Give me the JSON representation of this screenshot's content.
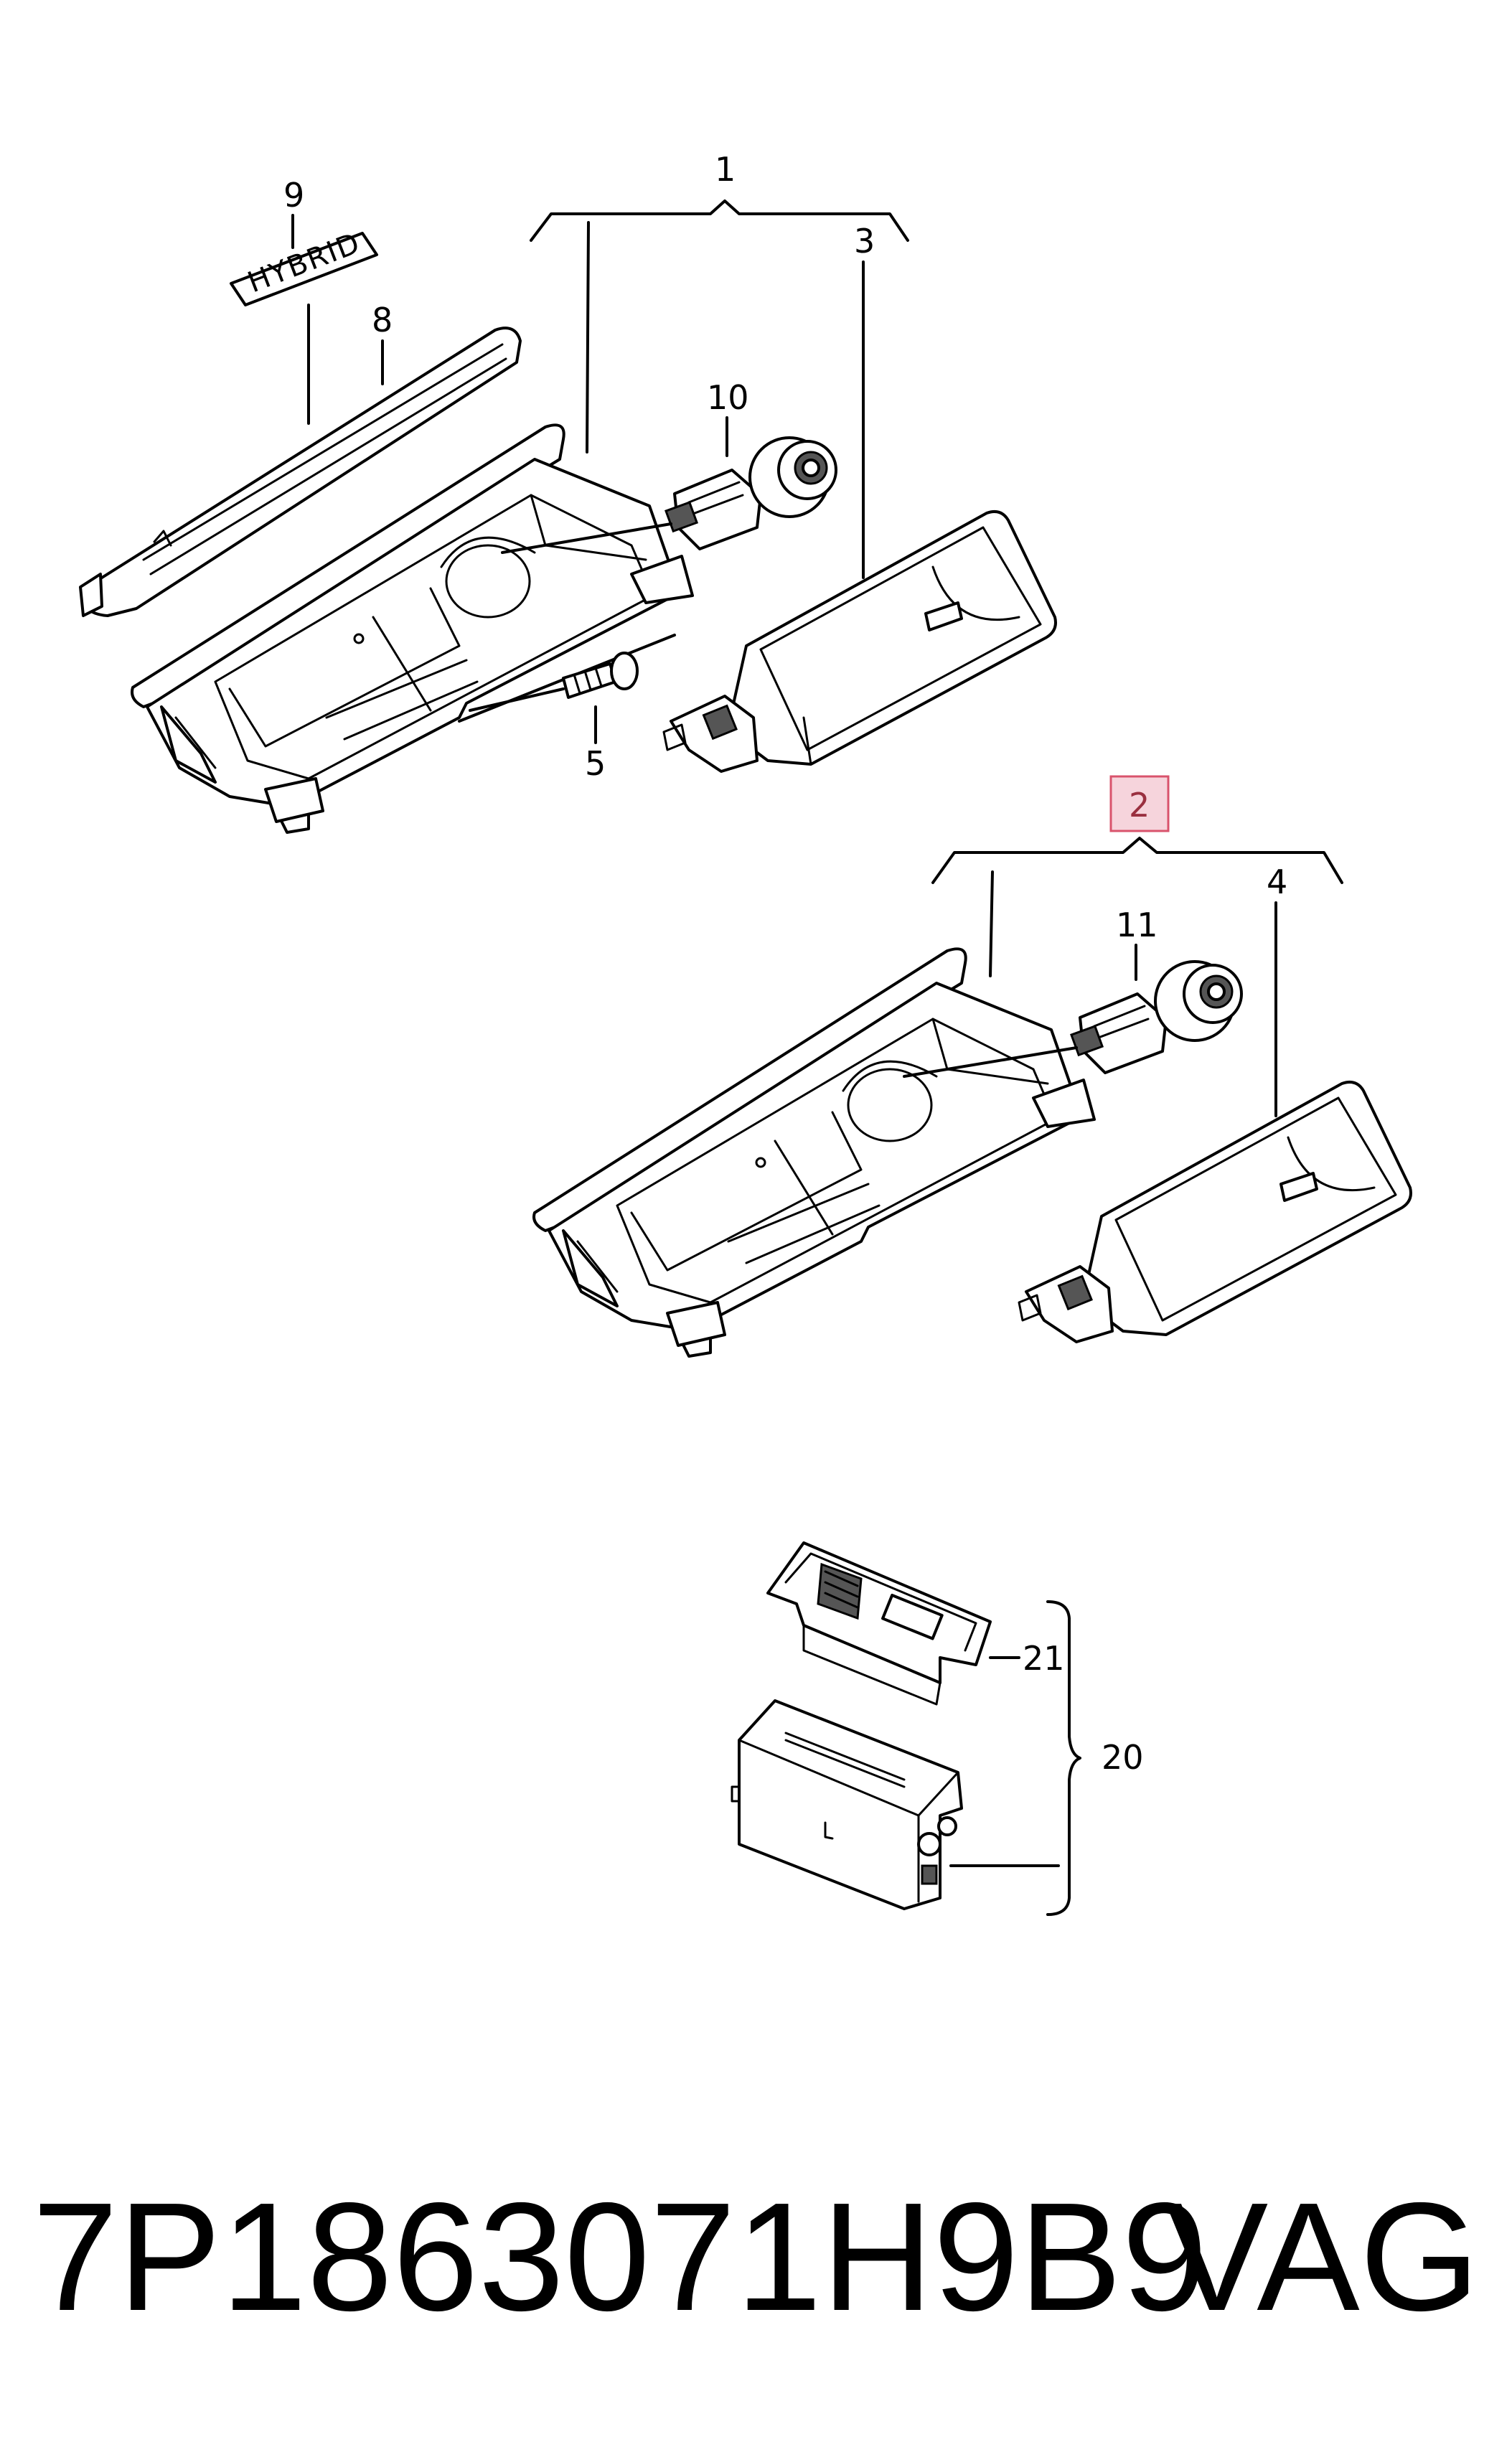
{
  "callouts": {
    "c1": "1",
    "c2": "2",
    "c3": "3",
    "c4": "4",
    "c5": "5",
    "c8": "8",
    "c9": "9",
    "c10": "10",
    "c11": "11",
    "c20": "20",
    "c21": "21"
  },
  "badge_text": "HYBRID",
  "highlight_color": "#f6d4dc",
  "highlight_border": "#d9536c",
  "footer": {
    "part_number": "7P1863071H9B9",
    "brand": "VAG"
  }
}
